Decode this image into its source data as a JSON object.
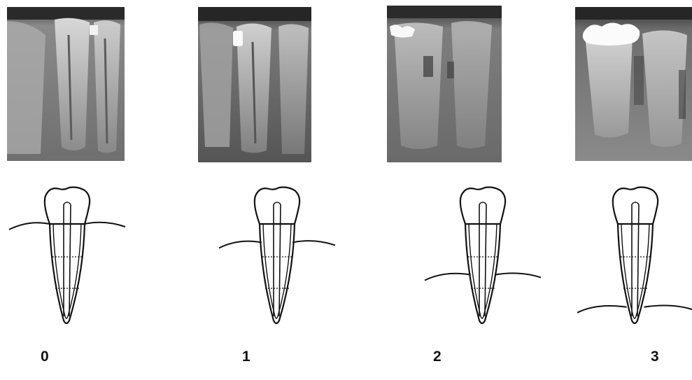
{
  "stages": [
    {
      "label": "0",
      "bone_level_fraction": 0.0
    },
    {
      "label": "1",
      "bone_level_fraction": 0.2
    },
    {
      "label": "2",
      "bone_level_fraction": 0.55
    },
    {
      "label": "3",
      "bone_level_fraction": 0.9
    }
  ]
}
